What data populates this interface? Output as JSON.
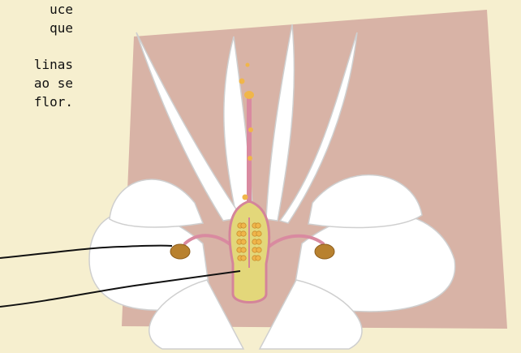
{
  "text_lines": [
    "uce",
    "que",
    "",
    "linas",
    "ao se",
    "flor."
  ],
  "colors": {
    "background": "#f6efcf",
    "backdrop": "#d8b3a6",
    "petal": "#ffffff",
    "petal_outline": "#cfcfcf",
    "ovary": "#e3d77a",
    "ovary_outline": "#d4849a",
    "style": "#d98aa0",
    "pollen": "#f0b64a",
    "anther": "#b8812f",
    "leader_line": "#111111"
  }
}
